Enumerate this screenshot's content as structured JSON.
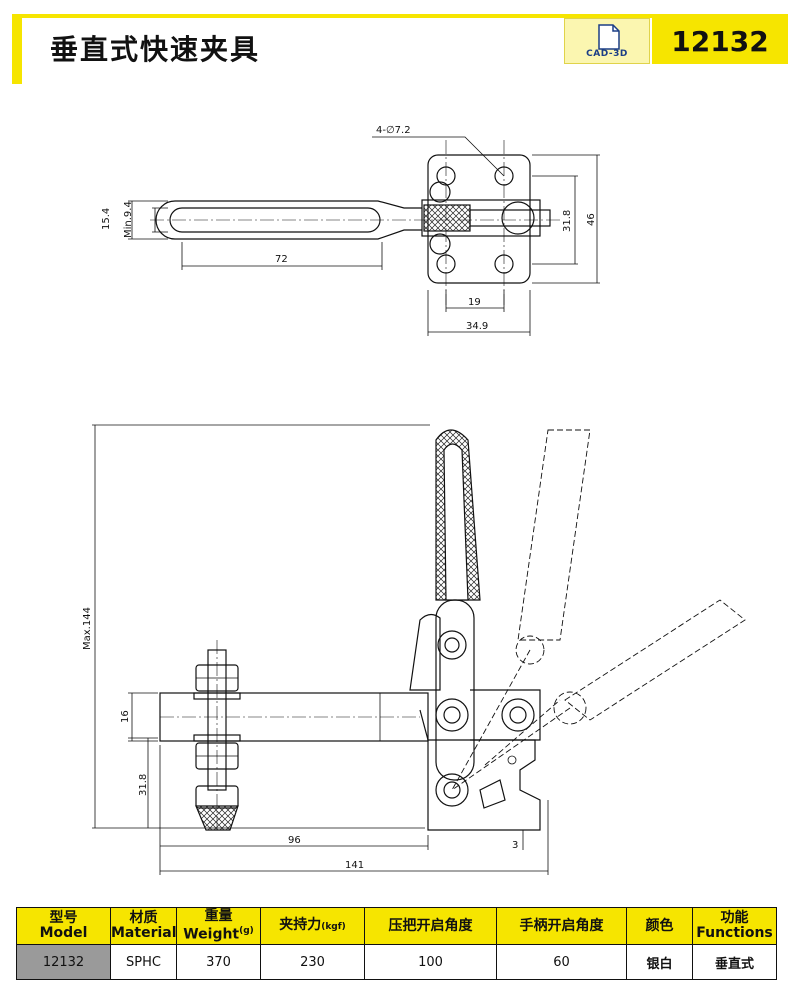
{
  "header": {
    "title": "垂直式快速夹具",
    "cad_label": "CAD-3D",
    "model_number": "12132"
  },
  "drawing": {
    "top_view": {
      "hole_label": "4-∅7.2",
      "dim_15_4": "15.4",
      "dim_min_9_4": "Min.9.4",
      "dim_72": "72",
      "dim_31_8": "31.8",
      "dim_46": "46",
      "dim_19": "19",
      "dim_34_9": "34.9"
    },
    "side_view": {
      "dim_max_144": "Max.144",
      "dim_16": "16",
      "dim_31_8": "31.8",
      "dim_96": "96",
      "dim_3": "3",
      "dim_141": "141"
    }
  },
  "spec_table": {
    "headers": {
      "model_cn": "型号",
      "model_en": "Model",
      "material_cn": "材质",
      "material_en": "Material",
      "weight_cn": "重量",
      "weight_en": "Weight",
      "weight_unit": "(g)",
      "holding_cn": "夹持力",
      "holding_unit": "(kgf)",
      "bar_angle": "压把开启角度",
      "handle_angle": "手柄开启角度",
      "color_cn": "颜色",
      "function_cn": "功能",
      "function_en": "Functions"
    },
    "row": {
      "model": "12132",
      "material": "SPHC",
      "weight": "370",
      "holding_force": "230",
      "bar_angle": "100",
      "handle_angle": "60",
      "color": "银白",
      "function": "垂直式"
    }
  }
}
